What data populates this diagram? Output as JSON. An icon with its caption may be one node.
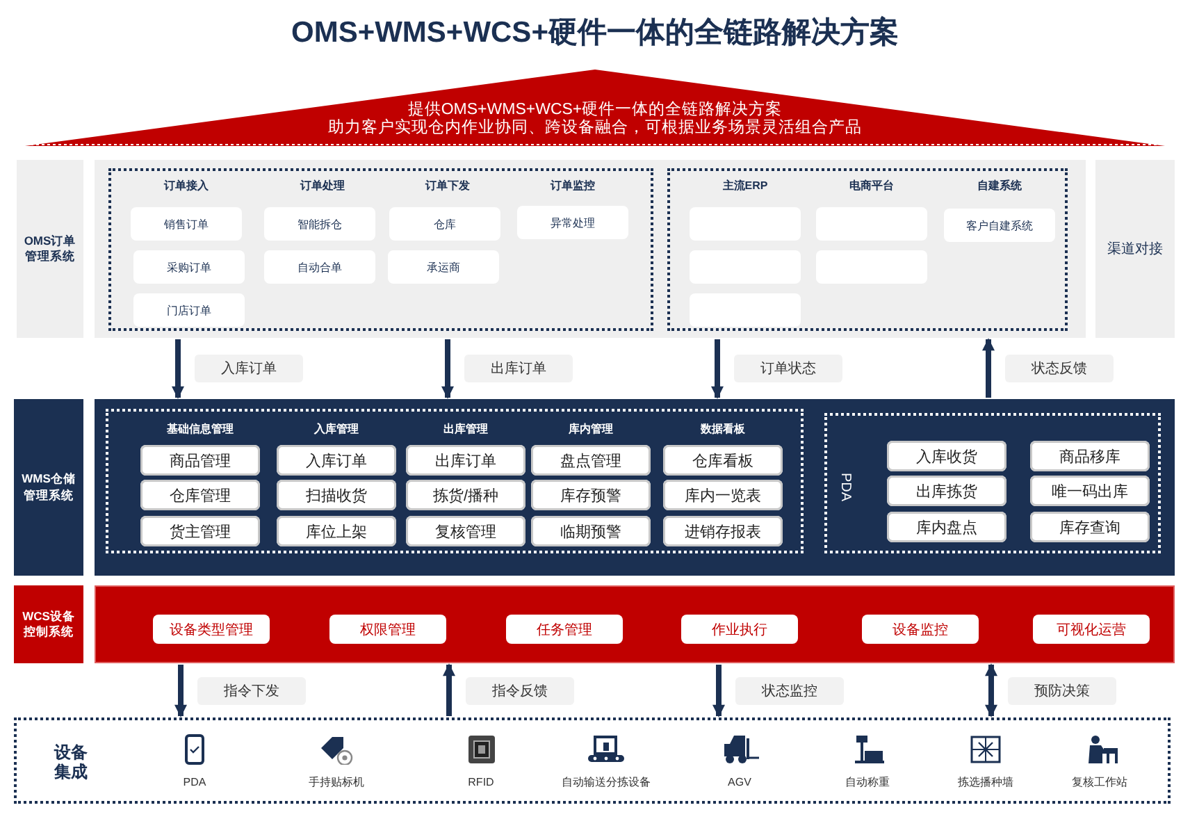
{
  "diagram": {
    "title": "OMS+WMS+WCS+硬件一体的全链路解决方案",
    "nodes": [
      {
        "text": [
          "提供OMS+WMS+WCS+硬件一体的全链路解决方案",
          "助力客户实现仓内作业协同、跨设备融合，可根据业务场景灵活组合产品"
        ]
      },
      {
        "text": [
          "OMS订单管理系统"
        ]
      },
      {
        "text": [],
        "shape": "box"
      },
      {
        "text": [
          "订单接入",
          "订单处理",
          "订单下发",
          "订单监控"
        ],
        "in": 2
      },
      {
        "text": [
          "销售订单"
        ],
        "in": 3
      },
      {
        "text": [
          "采购订单"
        ],
        "in": 3
      },
      {
        "text": [
          "门店订单"
        ],
        "in": 3
      },
      {
        "text": [
          "智能拆仓"
        ],
        "in": 3
      },
      {
        "text": [
          "自动合单"
        ],
        "in": 3
      },
      {
        "text": [
          "仓库"
        ],
        "in": 3
      },
      {
        "text": [
          "承运商"
        ],
        "in": 3
      },
      {
        "text": [
          "异常处理"
        ],
        "in": 3
      },
      {
        "text": [
          "主流ERP",
          "电商平台",
          "自建系统"
        ],
        "in": 2
      },
      {
        "text": [],
        "shape": "box",
        "in": 12
      },
      {
        "text": [],
        "shape": "box",
        "in": 12
      },
      {
        "text": [],
        "shape": "box",
        "in": 12
      },
      {
        "text": [],
        "shape": "box",
        "in": 12
      },
      {
        "text": [],
        "shape": "box",
        "in": 12
      },
      {
        "text": [
          "客户自建系统"
        ],
        "in": 12
      },
      {
        "text": [
          "渠道对接"
        ]
      },
      {
        "text": [
          "WMS仓储管理系统"
        ]
      },
      {
        "text": [],
        "shape": "box"
      },
      {
        "text": [
          "基础信息管理",
          "入库管理",
          "出库管理",
          "库内管理",
          "数据看板"
        ],
        "in": 21
      },
      {
        "text": [
          "商品管理"
        ],
        "in": 22
      },
      {
        "text": [
          "仓库管理"
        ],
        "in": 22
      },
      {
        "text": [
          "货主管理"
        ],
        "in": 22
      },
      {
        "text": [
          "入库订单"
        ],
        "in": 22
      },
      {
        "text": [
          "扫描收货"
        ],
        "in": 22
      },
      {
        "text": [
          "库位上架"
        ],
        "in": 22
      },
      {
        "text": [
          "出库订单"
        ],
        "in": 22
      },
      {
        "text": [
          "拣货/播种"
        ],
        "in": 22
      },
      {
        "text": [
          "复核管理"
        ],
        "in": 22
      },
      {
        "text": [
          "盘点管理"
        ],
        "in": 22
      },
      {
        "text": [
          "库存预警"
        ],
        "in": 22
      },
      {
        "text": [
          "临期预警"
        ],
        "in": 22
      },
      {
        "text": [
          "仓库看板"
        ],
        "in": 22
      },
      {
        "text": [
          "库内一览表"
        ],
        "in": 22
      },
      {
        "text": [
          "进销存报表"
        ],
        "in": 22
      },
      {
        "text": [
          "PDA"
        ],
        "in": 21
      },
      {
        "text": [
          "入库收货"
        ],
        "in": 38
      },
      {
        "text": [
          "商品移库"
        ],
        "in": 38
      },
      {
        "text": [
          "出库拣货"
        ],
        "in": 38
      },
      {
        "text": [
          "唯一码出库"
        ],
        "in": 38
      },
      {
        "text": [
          "库内盘点"
        ],
        "in": 38
      },
      {
        "text": [
          "库存查询"
        ],
        "in": 38
      },
      {
        "text": [
          "WCS设备控制系统"
        ]
      },
      {
        "text": [],
        "shape": "box"
      },
      {
        "text": [
          "设备类型管理"
        ],
        "in": 46
      },
      {
        "text": [
          "权限管理"
        ],
        "in": 46
      },
      {
        "text": [
          "任务管理"
        ],
        "in": 46
      },
      {
        "text": [
          "作业执行"
        ],
        "in": 46
      },
      {
        "text": [
          "设备监控"
        ],
        "in": 46
      },
      {
        "text": [
          "可视化运营"
        ],
        "in": 46
      },
      {
        "text": [
          "设备集成"
        ]
      },
      {
        "text": [
          "PDA"
        ],
        "in": 53
      },
      {
        "text": [
          "手持贴标机"
        ],
        "in": 53
      },
      {
        "text": [
          "RFID"
        ],
        "in": 53
      },
      {
        "text": [
          "自动输送分拣设备"
        ],
        "in": 53
      },
      {
        "text": [
          "AGV"
        ],
        "in": 53
      },
      {
        "text": [
          "自动称重"
        ],
        "in": 53
      },
      {
        "text": [
          "拣选播种墙"
        ],
        "in": 53
      },
      {
        "text": [
          "复核工作站"
        ],
        "in": 53
      }
    ],
    "edges": [
      {
        "from": 2,
        "to": 21,
        "arrow": "to",
        "label": "入库订单"
      },
      {
        "from": 2,
        "to": 21,
        "arrow": "to",
        "label": "出库订单"
      },
      {
        "from": 2,
        "to": 21,
        "arrow": "to",
        "label": "订单状态"
      },
      {
        "from": 21,
        "to": 2,
        "arrow": "to",
        "label": "状态反馈"
      },
      {
        "from": 46,
        "to": 53,
        "arrow": "to",
        "label": "指令下发"
      },
      {
        "from": 53,
        "to": 46,
        "arrow": "to",
        "label": "指令反馈"
      },
      {
        "from": 46,
        "to": 53,
        "arrow": "to",
        "label": "状态监控"
      },
      {
        "from": 46,
        "to": 53,
        "arrow": "both",
        "label": "预防决策"
      }
    ]
  }
}
